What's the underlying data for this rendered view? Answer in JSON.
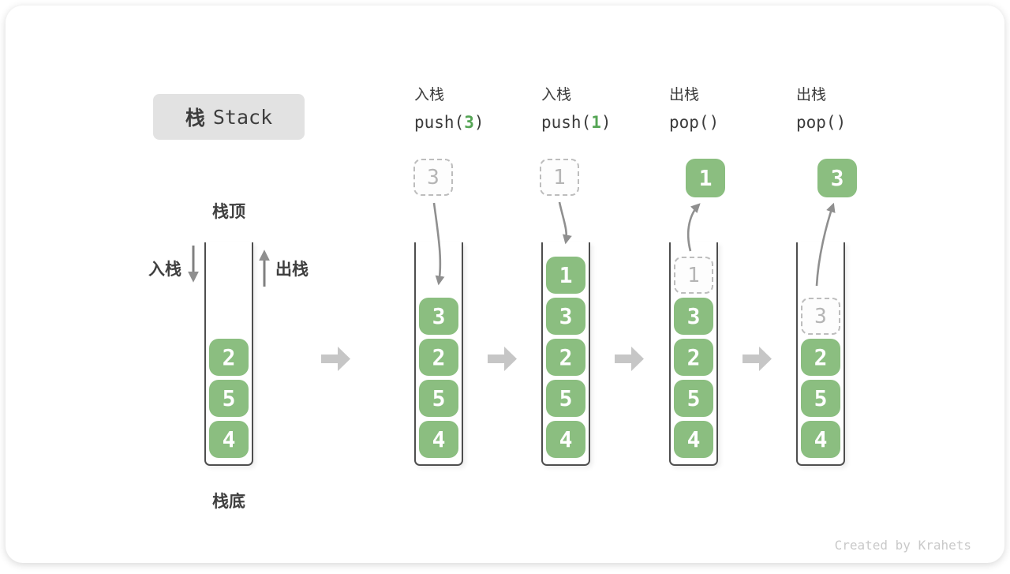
{
  "title": {
    "zh": "栈",
    "en": "Stack"
  },
  "labels": {
    "stack_top": "栈顶",
    "stack_bottom": "栈底",
    "push_side": "入栈",
    "pop_side": "出栈"
  },
  "stages": [
    {
      "name": "initial",
      "blocks": [
        "2",
        "5",
        "4"
      ]
    },
    {
      "name": "push-3",
      "op_line1": "入栈",
      "op_prefix": "push(",
      "op_arg": "3",
      "op_suffix": ")",
      "float_value": "3",
      "blocks": [
        "3",
        "2",
        "5",
        "4"
      ]
    },
    {
      "name": "push-1",
      "op_line1": "入栈",
      "op_prefix": "push(",
      "op_arg": "1",
      "op_suffix": ")",
      "float_value": "1",
      "blocks": [
        "1",
        "3",
        "2",
        "5",
        "4"
      ]
    },
    {
      "name": "pop-1",
      "op_line1": "出栈",
      "op_prefix": "pop()",
      "op_arg": "",
      "op_suffix": "",
      "float_value": "1",
      "ghost_value": "1",
      "blocks": [
        "3",
        "2",
        "5",
        "4"
      ]
    },
    {
      "name": "pop-2",
      "op_line1": "出栈",
      "op_prefix": "pop()",
      "op_arg": "",
      "op_suffix": "",
      "float_value": "3",
      "ghost_value": "3",
      "blocks": [
        "2",
        "5",
        "4"
      ]
    }
  ],
  "watermark": "Created by Krahets",
  "colors": {
    "block_green": "#8bbe80",
    "accent_green": "#55a555",
    "dark_text": "#3c3c3c",
    "ghost_gray": "#b5b5b5",
    "motion_arrow_gray": "#8f8f8f",
    "step_arrow_gray": "#c6c6c6",
    "title_box_bg": "#e2e2e2"
  }
}
